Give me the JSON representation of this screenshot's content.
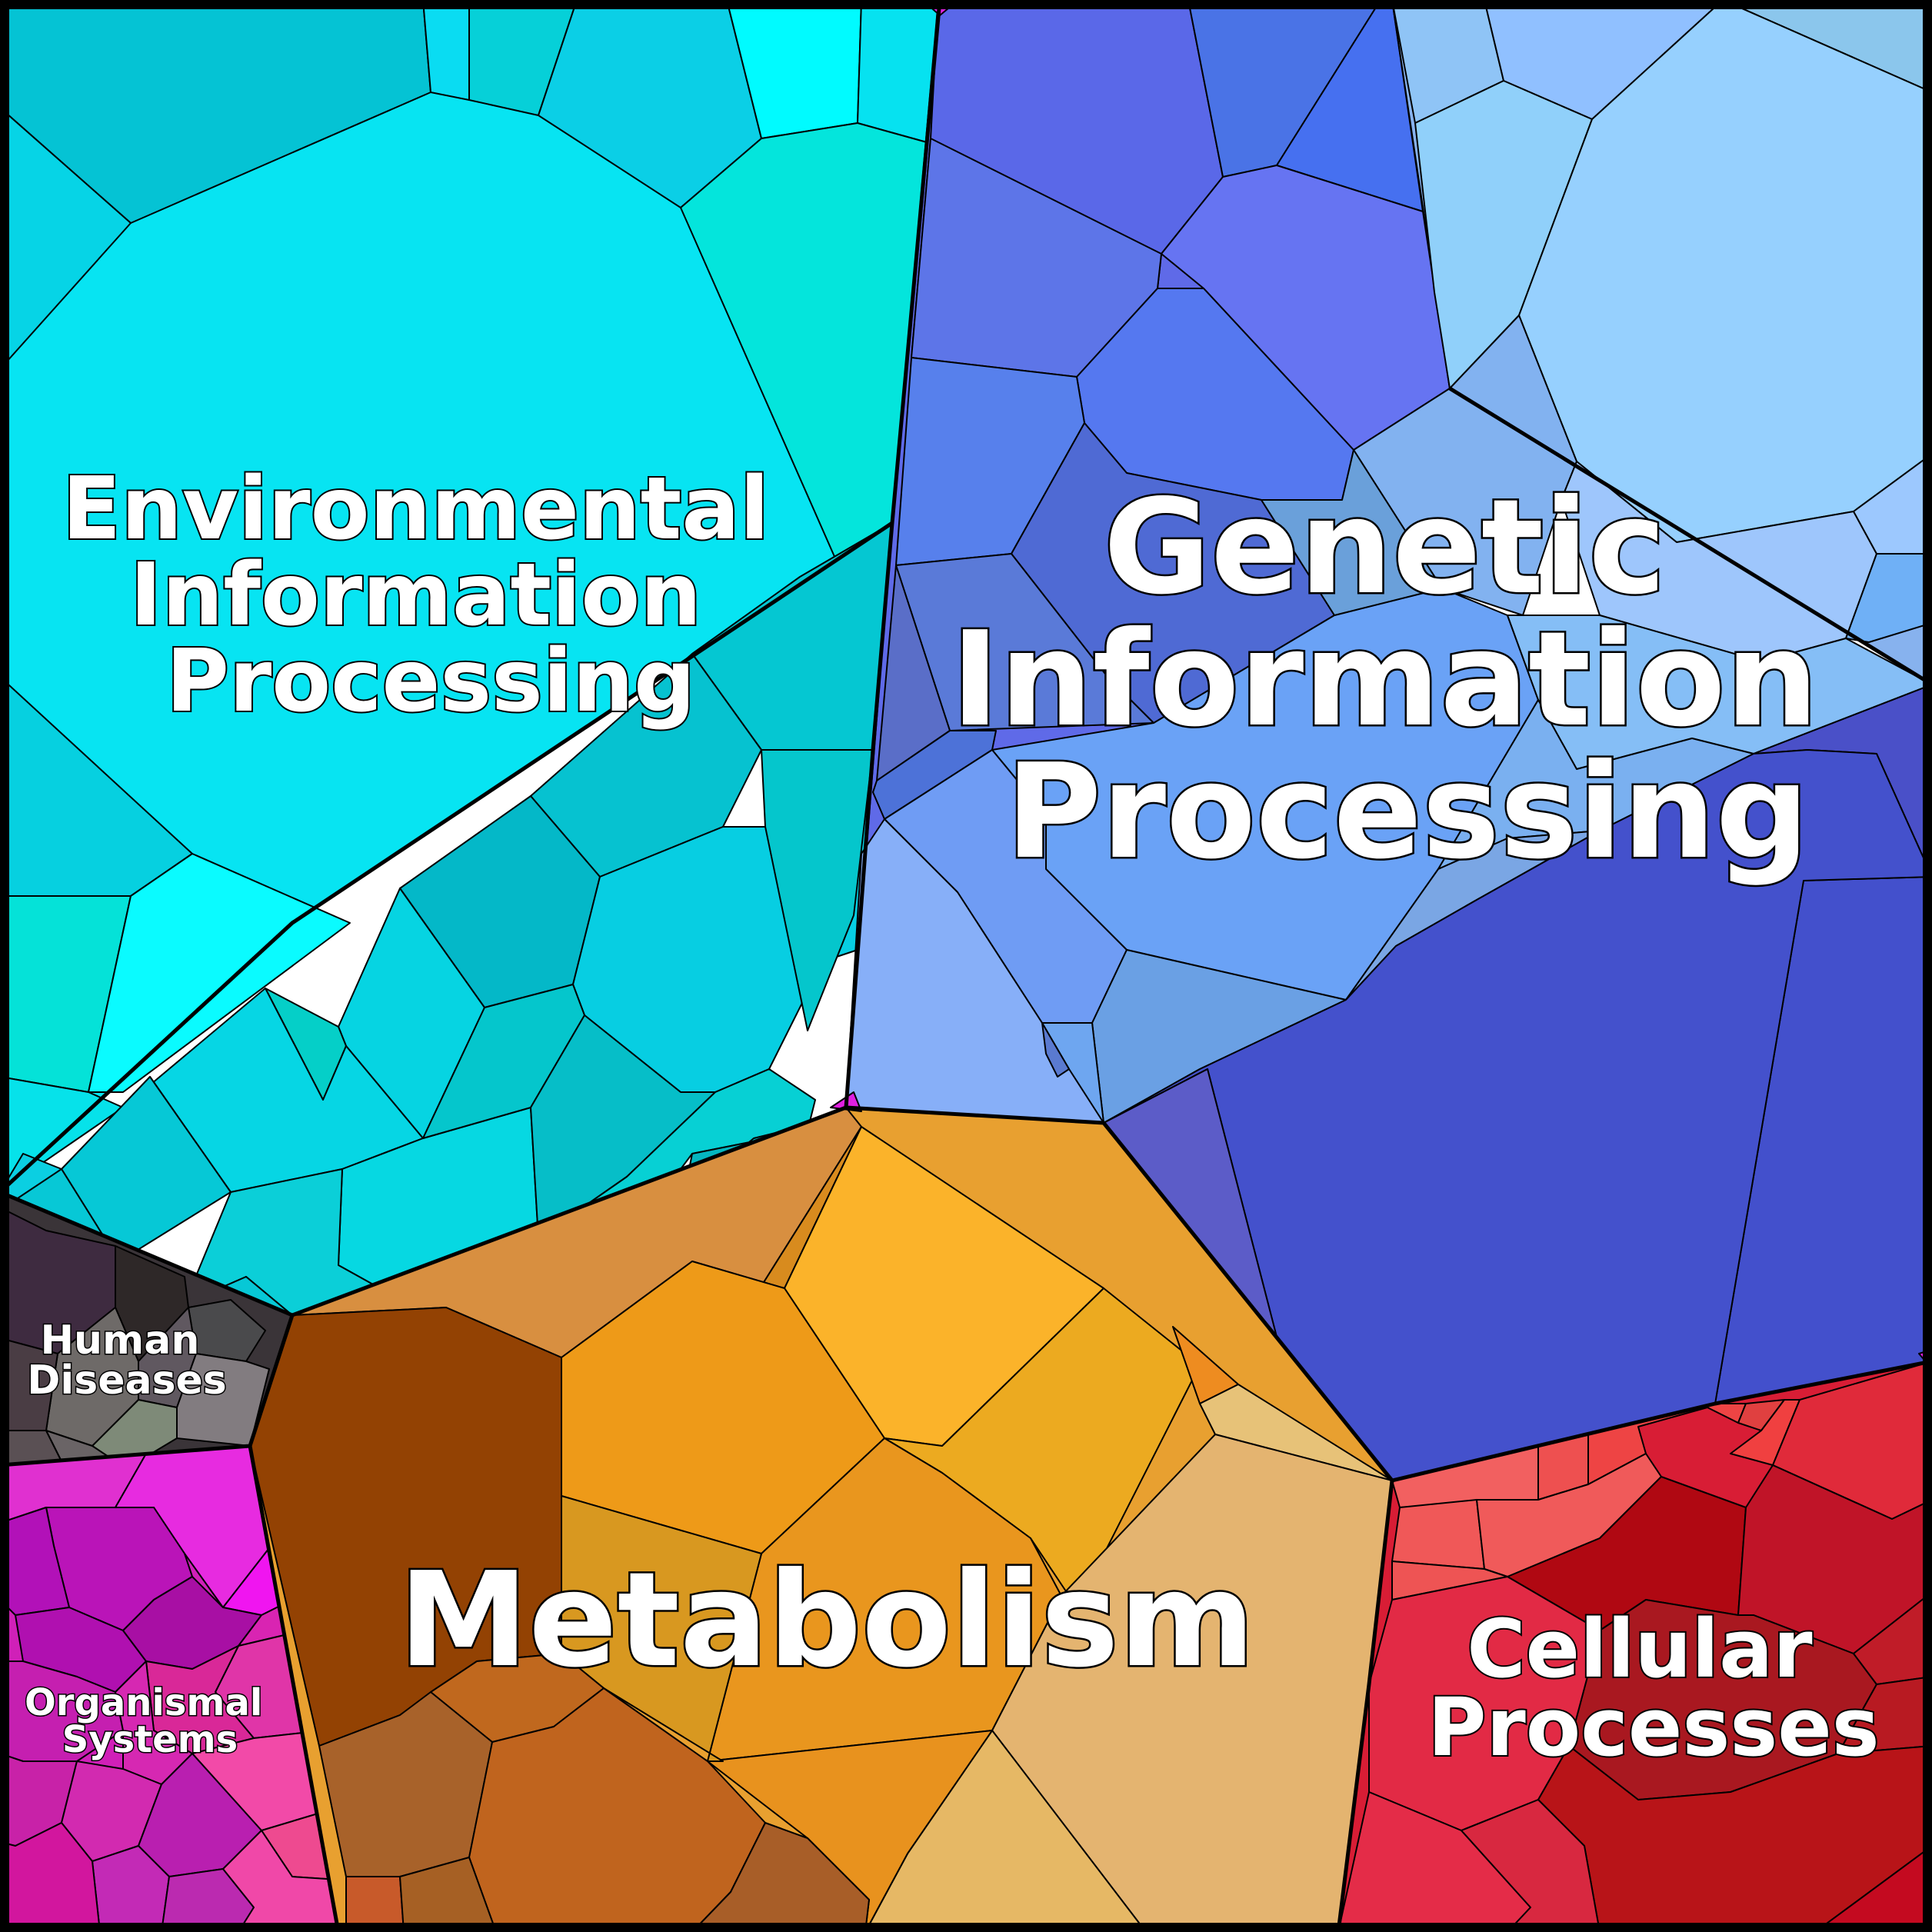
{
  "chart_data": {
    "type": "voronoi treemap",
    "categories": [
      {
        "name": "Environmental Information Processing",
        "label_lines": [
          "Environmental",
          "Information",
          "Processing"
        ],
        "color": "#06e6f0"
      },
      {
        "name": "Genetic Information Processing",
        "label_lines": [
          "Genetic",
          "Information",
          "Processing"
        ],
        "color": "#5f7cf0"
      },
      {
        "name": "Metabolism",
        "label_lines": [
          "Metabolism"
        ],
        "color": "#e8a030"
      },
      {
        "name": "Cellular Processes",
        "label_lines": [
          "Cellular",
          "Processes"
        ],
        "color": "#d81d35"
      },
      {
        "name": "Human Diseases",
        "label_lines": [
          "Human",
          "Diseases"
        ],
        "color": "#3a3438"
      },
      {
        "name": "Organismal Systems",
        "label_lines": [
          "Organismal",
          "Systems"
        ],
        "color": "#d020b8"
      }
    ]
  }
}
